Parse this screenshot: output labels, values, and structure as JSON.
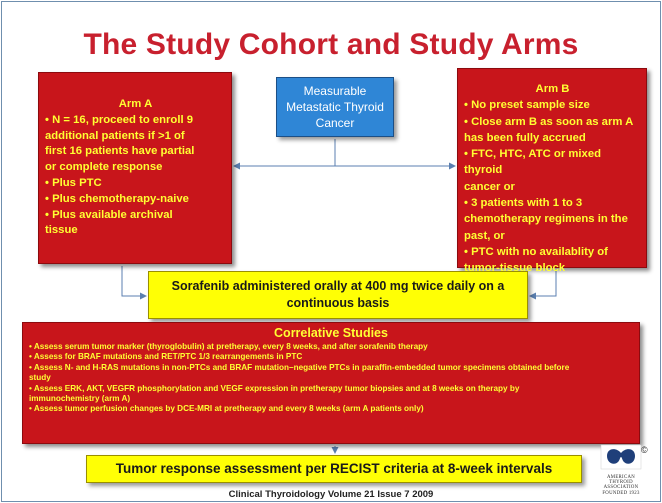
{
  "title": "The Study Cohort and Study Arms",
  "center_box": {
    "lines": [
      "Measurable",
      "Metastatic Thyroid",
      "Cancer"
    ]
  },
  "arm_a": {
    "title": "Arm A",
    "lines": [
      "• N = 16, proceed to enroll 9",
      "additional patients if >1 of",
      "first 16 patients have partial",
      "or complete response",
      "• Plus PTC",
      "• Plus chemotherapy-naive",
      "• Plus available archival",
      "tissue"
    ]
  },
  "arm_b": {
    "title": "Arm B",
    "lines": [
      "• No preset sample size",
      "• Close arm B as soon as arm A",
      "has been fully accrued",
      "• FTC, HTC, ATC or mixed thyroid",
      "cancer or",
      "• 3 patients with 1 to 3",
      "chemotherapy regimens in the",
      "past, or",
      "• PTC with no availablity of",
      "tumor-tissue block"
    ]
  },
  "sorafenib": {
    "lines": [
      "Sorafenib administered orally at 400 mg twice daily on a",
      "continuous basis"
    ]
  },
  "correlative": {
    "title": "Correlative Studies",
    "lines": [
      "• Assess serum tumor marker (thyroglobulin) at pretherapy, every 8 weeks, and after sorafenib therapy",
      "• Assess for BRAF mutations and RET/PTC 1/3 rearrangements in PTC",
      "• Assess N- and H-RAS mutations in non-PTCs and BRAF mutation–negative PTCs in paraffin-embedded tumor specimens obtained before",
      "study",
      "• Assess ERK, AKT, VEGFR phosphorylation and VEGF expression in pretherapy tumor biopsies and at 8 weeks on therapy by",
      "immunochemistry (arm A)",
      "• Assess tumor perfusion changes by DCE-MRI at pretherapy and every 8 weeks (arm A patients only)"
    ]
  },
  "tumor_response": "Tumor response assessment per RECIST criteria at 8-week intervals",
  "footer": "Clinical Thyroidology Volume 21 Issue 7 2009",
  "logo": {
    "copyright": "©",
    "lines": [
      "AMERICAN",
      "THYROID",
      "ASSOCIATION",
      "FOUNDED 1923"
    ]
  },
  "colors": {
    "title": "#c8202e",
    "red_box": "#c8151b",
    "red_box_text": "#ffff33",
    "blue_box": "#2f86d6",
    "yellow_box": "#ffff05",
    "connector": "#5b7fb0"
  }
}
